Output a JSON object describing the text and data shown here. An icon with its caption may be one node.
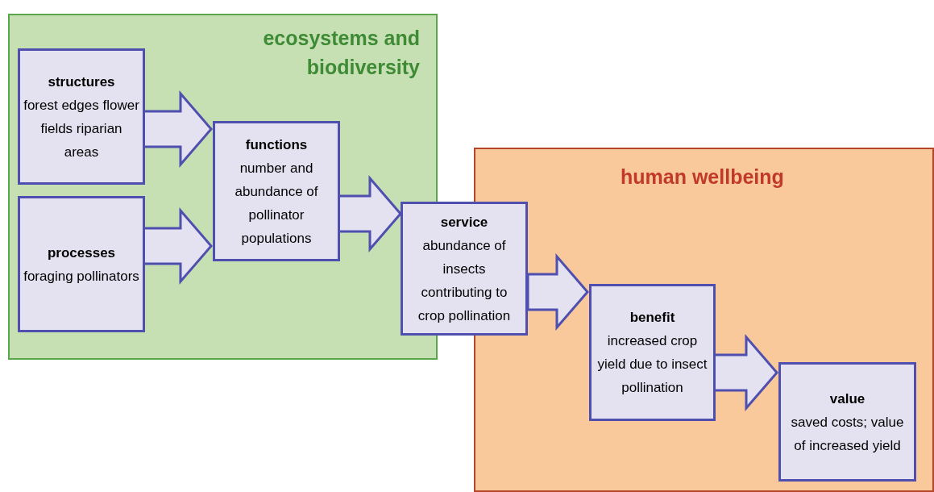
{
  "diagram": {
    "nodes": [
      {
        "text": [
          "ecosystems and biodiversity"
        ]
      },
      {
        "text": [
          "structures",
          "forest edges flower fields riparian areas"
        ],
        "in": 0
      },
      {
        "text": [
          "processes",
          "foraging pollinators"
        ],
        "in": 0
      },
      {
        "text": [
          "functions",
          "number and abundance of pollinator populations"
        ],
        "in": 0
      },
      {
        "text": [
          "service",
          "abundance of insects contributing to crop pollination"
        ]
      },
      {
        "text": [
          "human wellbeing"
        ]
      },
      {
        "text": [
          "benefit",
          "increased crop yield due to insect pollination"
        ],
        "in": 5
      },
      {
        "text": [
          "value",
          "saved costs; value of increased yield"
        ],
        "in": 5
      }
    ],
    "edges": [
      {
        "from": 1,
        "to": 3,
        "arrow": "to"
      },
      {
        "from": 2,
        "to": 3,
        "arrow": "to"
      },
      {
        "from": 3,
        "to": 4,
        "arrow": "to"
      },
      {
        "from": 4,
        "to": 6,
        "arrow": "to"
      },
      {
        "from": 6,
        "to": 7,
        "arrow": "to"
      }
    ]
  }
}
